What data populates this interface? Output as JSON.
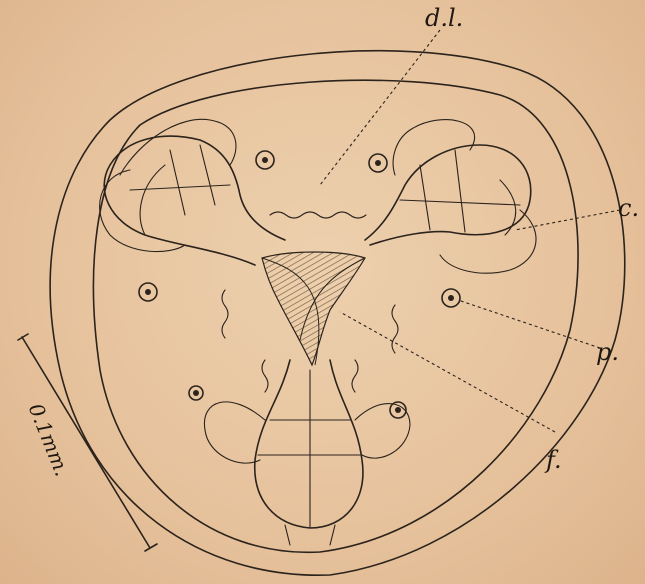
{
  "labels": {
    "dl": "d.l.",
    "c": "c.",
    "p": "p.",
    "f": "f."
  },
  "scale": {
    "text": "0.1mm."
  },
  "colors": {
    "paper": "#e8c7a3",
    "ink": "#2b231c",
    "hatch": "#b79a6f"
  }
}
